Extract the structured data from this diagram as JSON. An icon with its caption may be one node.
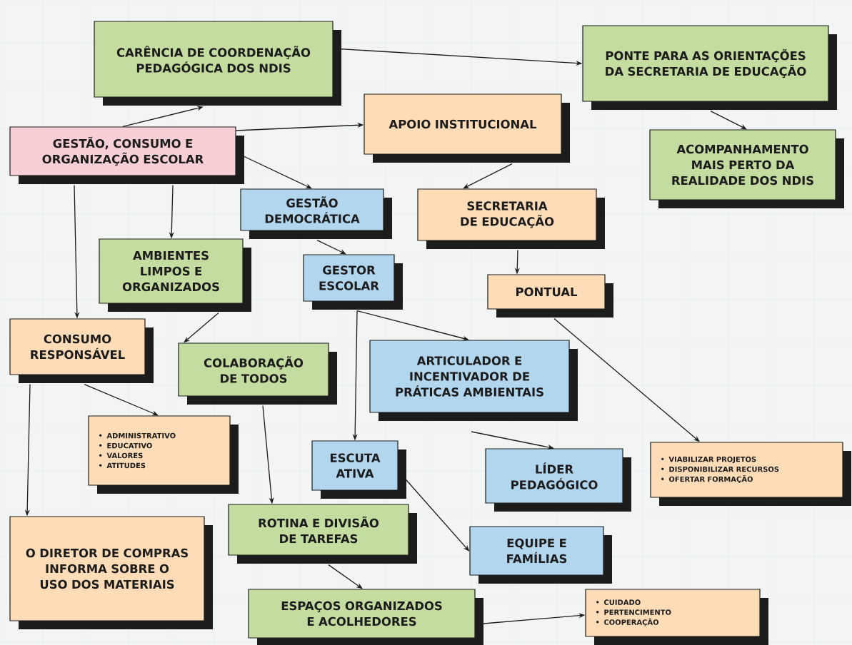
{
  "diagram": {
    "nodes": [
      {
        "text": [
          "GESTÃO, CONSUMO E ORGANIZAÇÃO ESCOLAR"
        ]
      },
      {
        "text": [
          "CARÊNCIA DE COORDENAÇÃO PEDAGÓGICA DOS NDIS"
        ]
      },
      {
        "text": [
          "PONTE PARA AS ORIENTAÇÕES DA SECRETARIA DE EDUCAÇÃO"
        ]
      },
      {
        "text": [
          "APOIO INSTITUCIONAL"
        ]
      },
      {
        "text": [
          "ACOMPANHAMENTO MAIS PERTO DA REALIDADE DOS NDIS"
        ]
      },
      {
        "text": [
          "GESTÃO DEMOCRÁTICA"
        ]
      },
      {
        "text": [
          "SECRETARIA DE EDUCAÇÃO"
        ]
      },
      {
        "text": [
          "AMBIENTES LIMPOS E ORGANIZADOS"
        ]
      },
      {
        "text": [
          "GESTOR ESCOLAR"
        ]
      },
      {
        "text": [
          "PONTUAL"
        ]
      },
      {
        "text": [
          "CONSUMO RESPONSÁVEL"
        ]
      },
      {
        "text": [
          "COLABORAÇÃO DE TODOS"
        ]
      },
      {
        "text": [
          "ARTICULADOR E INCENTIVADOR DE PRÁTICAS AMBIENTAIS"
        ]
      },
      {
        "text": [
          "ADMINISTRATIVO",
          "EDUCATIVO",
          "VALORES",
          "ATITUDES"
        ]
      },
      {
        "text": [
          "ESCUTA ATIVA"
        ]
      },
      {
        "text": [
          "LÍDER PEDAGÓGICO"
        ]
      },
      {
        "text": [
          "VIABILIZAR PROJETOS",
          "DISPONIBILIZAR RECURSOS",
          "OFERTAR FORMAÇÃO"
        ]
      },
      {
        "text": [
          "O DIRETOR DE COMPRAS INFORMA SOBRE O USO DOS MATERIAIS"
        ]
      },
      {
        "text": [
          "ROTINA E DIVISÃO DE TAREFAS"
        ]
      },
      {
        "text": [
          "EQUIPE E FAMÍLIAS"
        ]
      },
      {
        "text": [
          "ESPAÇOS ORGANIZADOS E ACOLHEDORES"
        ]
      },
      {
        "text": [
          "CUIDADO",
          "PERTENCIMENTO",
          "COOPERAÇÃO"
        ]
      }
    ],
    "edges": [
      {
        "from": 0,
        "to": 1,
        "arrow": "to"
      },
      {
        "from": 0,
        "to": 3,
        "arrow": "to"
      },
      {
        "from": 0,
        "to": 5,
        "arrow": "to"
      },
      {
        "from": 0,
        "to": 7,
        "arrow": "to"
      },
      {
        "from": 0,
        "to": 10,
        "arrow": "to"
      },
      {
        "from": 1,
        "to": 2,
        "arrow": "to"
      },
      {
        "from": 2,
        "to": 4,
        "arrow": "to"
      },
      {
        "from": 3,
        "to": 6,
        "arrow": "to"
      },
      {
        "from": 6,
        "to": 9,
        "arrow": "to"
      },
      {
        "from": 5,
        "to": 8,
        "arrow": "to"
      },
      {
        "from": 8,
        "to": 12,
        "arrow": "to"
      },
      {
        "from": 8,
        "to": 14,
        "arrow": "to"
      },
      {
        "from": null,
        "to": 15,
        "arrow": "to"
      },
      {
        "from": 9,
        "to": 16,
        "arrow": "to"
      },
      {
        "from": 7,
        "to": 11,
        "arrow": "to"
      },
      {
        "from": 10,
        "to": 13,
        "arrow": "to"
      },
      {
        "from": 10,
        "to": 17,
        "arrow": "to"
      },
      {
        "from": 11,
        "to": 18,
        "arrow": "to"
      },
      {
        "from": 14,
        "to": 19,
        "arrow": "to"
      },
      {
        "from": 18,
        "to": 20,
        "arrow": "to"
      },
      {
        "from": 20,
        "to": 21,
        "arrow": "to"
      }
    ]
  }
}
